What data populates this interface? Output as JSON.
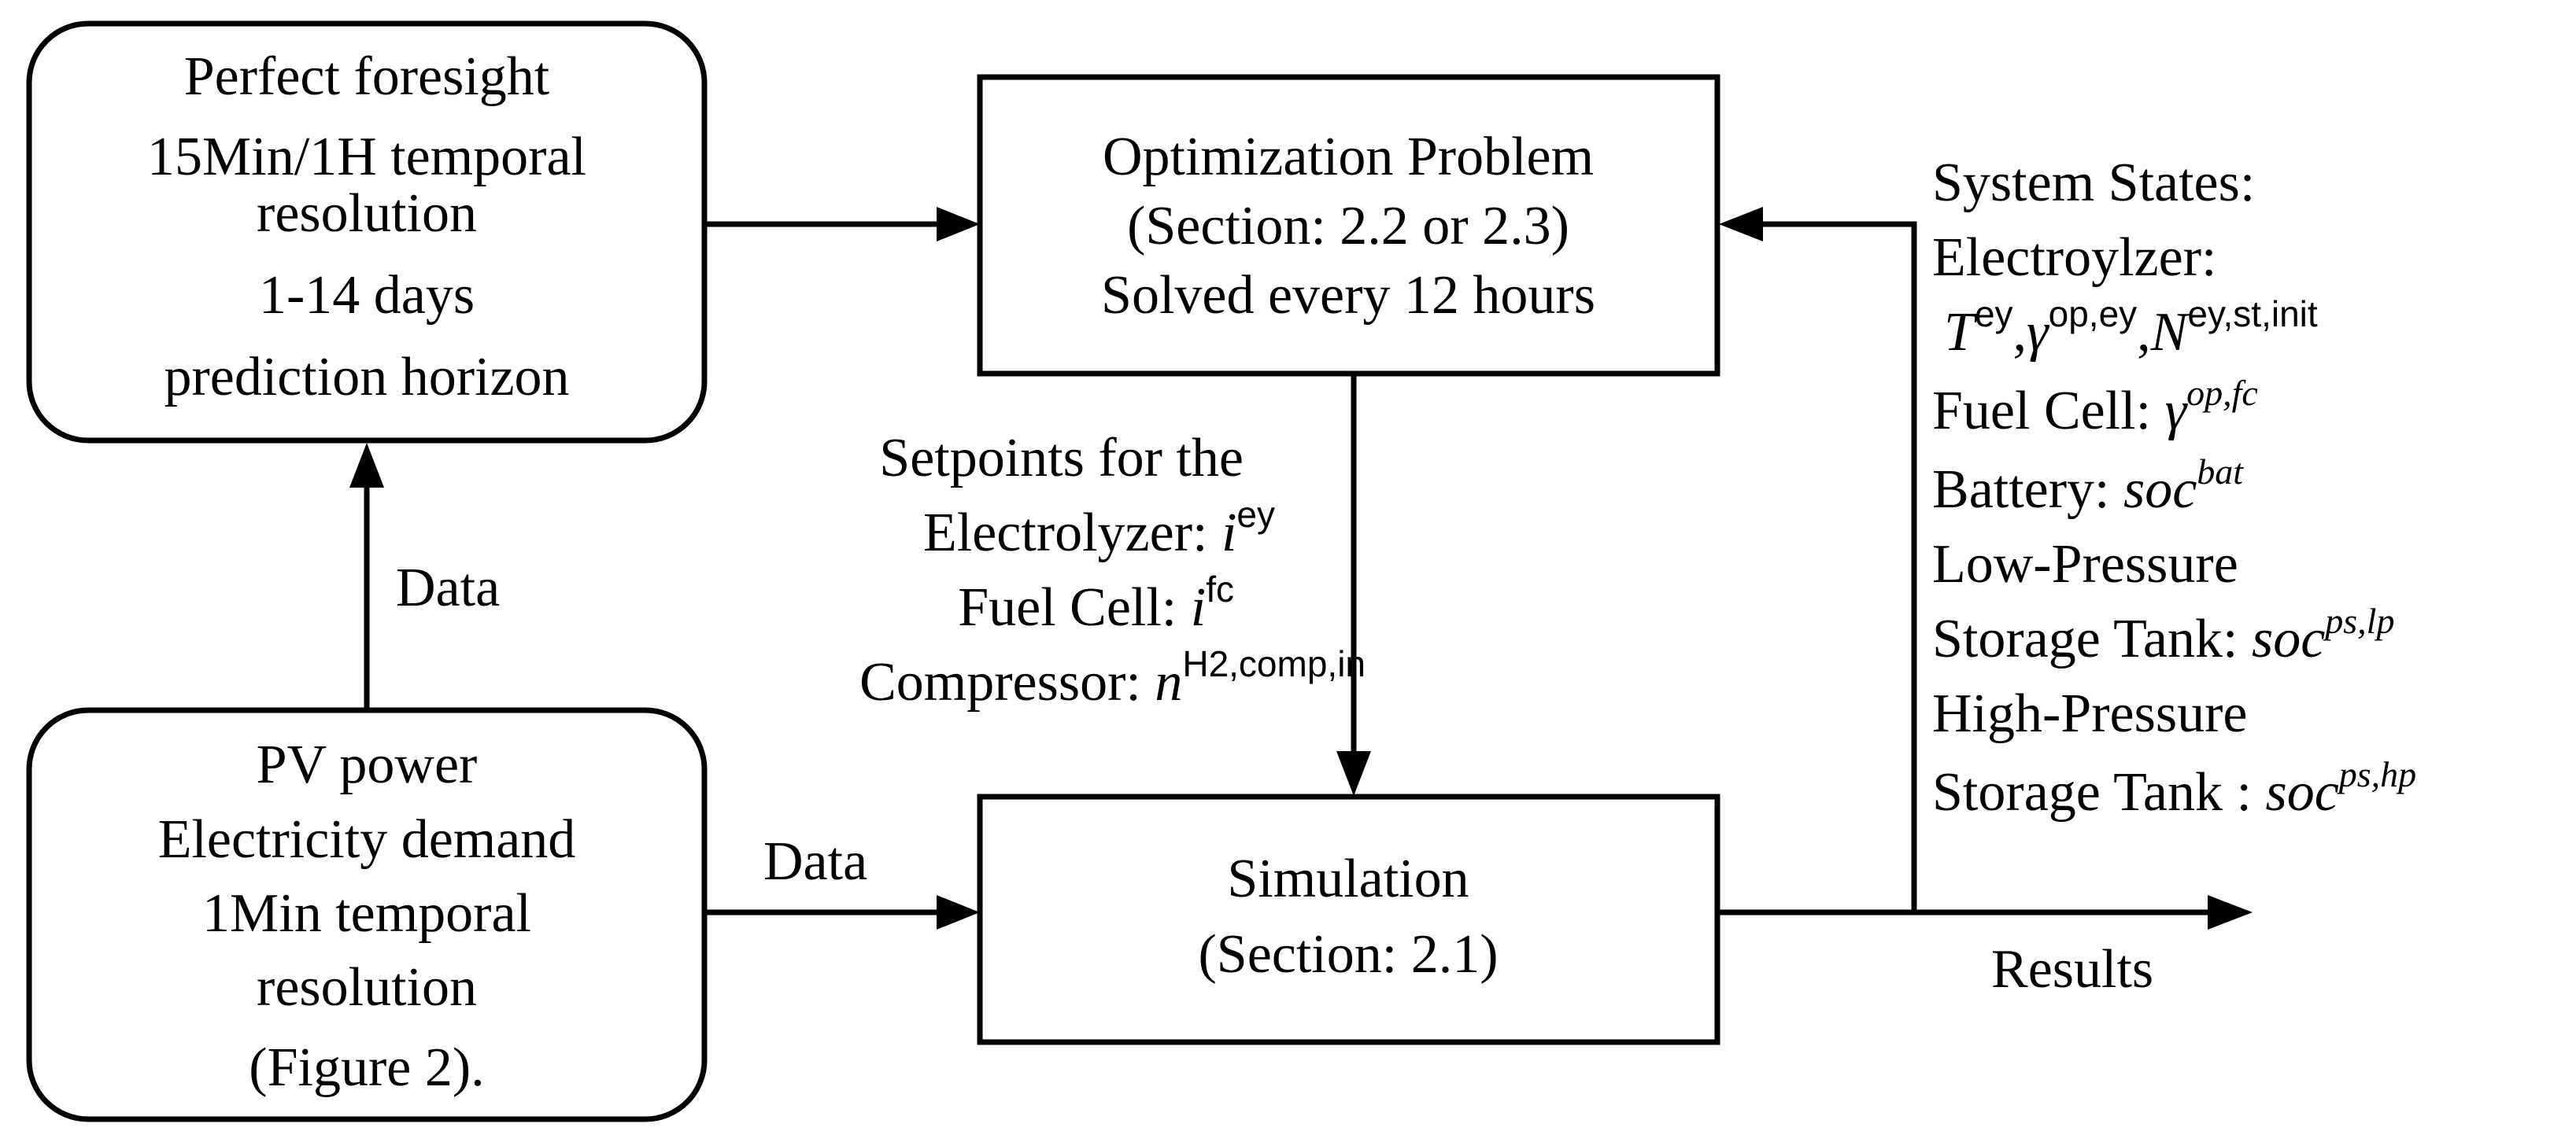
{
  "forecast_box": {
    "lines": [
      "Perfect foresight",
      "15Min/1H temporal",
      "resolution",
      "1-14 days",
      "prediction horizon"
    ]
  },
  "data_box": {
    "lines": [
      "PV power",
      "Electricity demand",
      "1Min temporal",
      "resolution",
      "(Figure 2)."
    ]
  },
  "optimization_box": {
    "lines": [
      "Optimization Problem",
      "(Section: 2.2 or 2.3)",
      "Solved every 12 hours"
    ]
  },
  "simulation_box": {
    "lines": [
      "Simulation",
      "(Section: 2.1)"
    ]
  },
  "labels": {
    "data_vertical": "Data",
    "data_horizontal": "Data",
    "results": "Results"
  },
  "setpoints": {
    "title_1": "Setpoints for the",
    "electrolyzer_label": "Electrolyzer: ",
    "electrolyzer_var": "i",
    "electrolyzer_sup": "ey",
    "fuelcell_label": "Fuel Cell: ",
    "fuelcell_var": "i",
    "fuelcell_sup": "fc",
    "compressor_label": "Compressor: ",
    "compressor_var": "n",
    "compressor_sup": "H2,comp,in"
  },
  "system_states": {
    "title": "System States:",
    "electrolyzer_label": "Electroylzer:",
    "ey_var1": "T",
    "ey_sup1": "ey",
    "ey_sep1": ",",
    "ey_var2": "γ",
    "ey_sup2": "op,ey",
    "ey_sep2": ",",
    "ey_var3": "N",
    "ey_sup3": "ey,st,init",
    "fuelcell_label": "Fuel Cell: ",
    "fc_var": "γ",
    "fc_sup": "op,fc",
    "battery_label": "Battery: ",
    "bat_var": "soc",
    "bat_sup": "bat",
    "lp_label_1": "Low-Pressure",
    "lp_label_2": "Storage Tank: ",
    "lp_var": "soc",
    "lp_sup": "ps,lp",
    "hp_label_1": "High-Pressure",
    "hp_label_2": "Storage Tank : ",
    "hp_var": "soc",
    "hp_sup": "ps,hp"
  }
}
